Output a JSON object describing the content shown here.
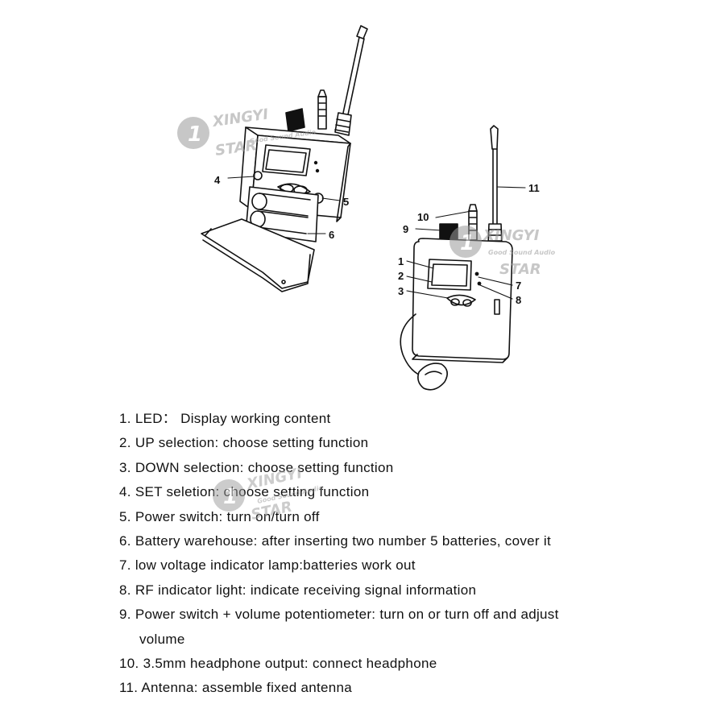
{
  "watermark": {
    "digit": "1",
    "word1": "XINGYI",
    "word2": "STAR",
    "tagline": "Good Sound Audio"
  },
  "callouts": {
    "left_unit": [
      "4",
      "5",
      "6"
    ],
    "right_unit": [
      "1",
      "2",
      "3",
      "7",
      "8",
      "9",
      "10",
      "11"
    ]
  },
  "legend": {
    "items": [
      {
        "number": "1.",
        "name": "LED：",
        "text": "Display working content"
      },
      {
        "number": "2.",
        "name": "UP selection:",
        "text": "choose setting function"
      },
      {
        "number": "3.",
        "name": "DOWN selection:",
        "text": "choose setting function"
      },
      {
        "number": "4.",
        "name": "SET seletion:",
        "text": "choose setting function"
      },
      {
        "number": "5.",
        "name": "Power switch:",
        "text": "turn on/turn off"
      },
      {
        "number": "6.",
        "name": "Battery warehouse:",
        "text": "after inserting two number 5 batteries, cover it"
      },
      {
        "number": "7.",
        "name": "low voltage indicator lamp:",
        "text": "batteries work out"
      },
      {
        "number": "8.",
        "name": "RF indicator light:",
        "text": "indicate receiving signal information"
      },
      {
        "number": "9.",
        "name": "Power switch + volume potentiometer:",
        "text": "turn on or turn off and adjust",
        "continuation": "volume"
      },
      {
        "number": "10.",
        "name": "3.5mm headphone output:",
        "text": "connect headphone"
      },
      {
        "number": "11.",
        "name": "Antenna:",
        "text": "assemble fixed antenna"
      }
    ]
  },
  "colors": {
    "line": "#111111",
    "watermark": "#9a9a9a"
  }
}
